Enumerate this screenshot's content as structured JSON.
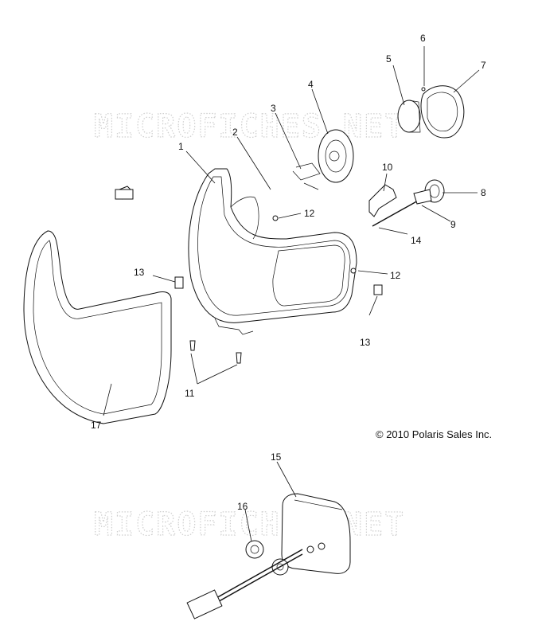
{
  "watermark": {
    "text": "MICROFICHES.NET"
  },
  "copyright": "© 2010 Polaris Sales Inc.",
  "callouts": [
    {
      "id": "c1",
      "text": "1"
    },
    {
      "id": "c2",
      "text": "2"
    },
    {
      "id": "c3",
      "text": "3"
    },
    {
      "id": "c4",
      "text": "4"
    },
    {
      "id": "c5",
      "text": "5"
    },
    {
      "id": "c6",
      "text": "6"
    },
    {
      "id": "c7",
      "text": "7"
    },
    {
      "id": "c8",
      "text": "8"
    },
    {
      "id": "c9",
      "text": "9"
    },
    {
      "id": "c10",
      "text": "10"
    },
    {
      "id": "c11",
      "text": "11"
    },
    {
      "id": "c12a",
      "text": "12"
    },
    {
      "id": "c12b",
      "text": "12"
    },
    {
      "id": "c13a",
      "text": "13"
    },
    {
      "id": "c13b",
      "text": "13"
    },
    {
      "id": "c14",
      "text": "14"
    },
    {
      "id": "c15",
      "text": "15"
    },
    {
      "id": "c16",
      "text": "16"
    },
    {
      "id": "c17",
      "text": "17"
    }
  ]
}
